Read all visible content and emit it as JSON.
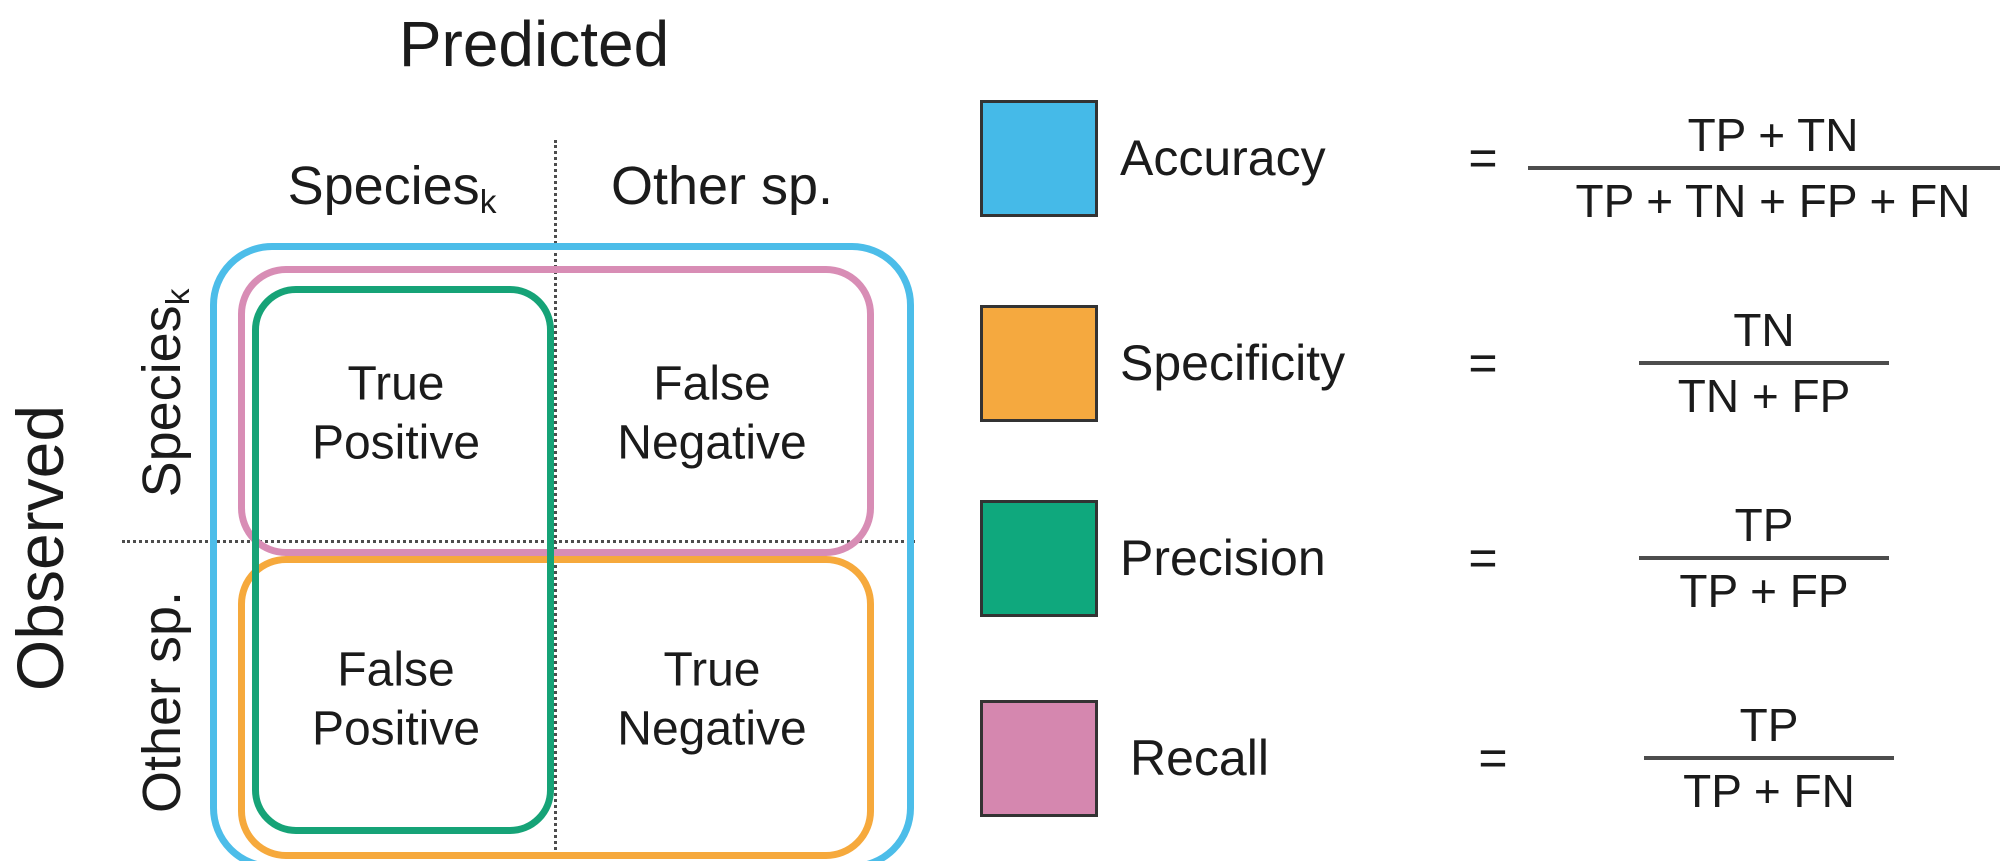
{
  "titles": {
    "predicted": "Predicted",
    "observed": "Observed"
  },
  "matrix": {
    "col_headers": [
      {
        "label": "Species",
        "sub": "k"
      },
      {
        "label": "Other sp.",
        "sub": ""
      }
    ],
    "row_headers": [
      {
        "label": "Species",
        "sub": "k"
      },
      {
        "label": "Other sp.",
        "sub": ""
      }
    ],
    "cells": [
      {
        "id": "true-positive",
        "line1": "True",
        "line2": "Positive"
      },
      {
        "id": "false-negative",
        "line1": "False",
        "line2": "Negative"
      },
      {
        "id": "false-positive",
        "line1": "False",
        "line2": "Positive"
      },
      {
        "id": "true-negative",
        "line1": "True",
        "line2": "Negative"
      }
    ],
    "outline_colors": {
      "accuracy": "#4CBDE9",
      "recall": "#D88DB5",
      "specificity": "#F6A93C",
      "precision": "#16A377"
    }
  },
  "legend": {
    "items": [
      {
        "metric": "Accuracy",
        "equals": "=",
        "numerator": "TP + TN",
        "denominator": "TP + TN + FP + FN",
        "color": "#45BAE8"
      },
      {
        "metric": "Specificity",
        "equals": "=",
        "numerator": "TN",
        "denominator": "TN + FP",
        "color": "#F5A93F"
      },
      {
        "metric": "Precision",
        "equals": "=",
        "numerator": "TP",
        "denominator": "TP + FP",
        "color": "#0FA87D"
      },
      {
        "metric": "Recall",
        "equals": "=",
        "numerator": "TP",
        "denominator": "TP + FN",
        "color": "#D587AF"
      }
    ]
  }
}
